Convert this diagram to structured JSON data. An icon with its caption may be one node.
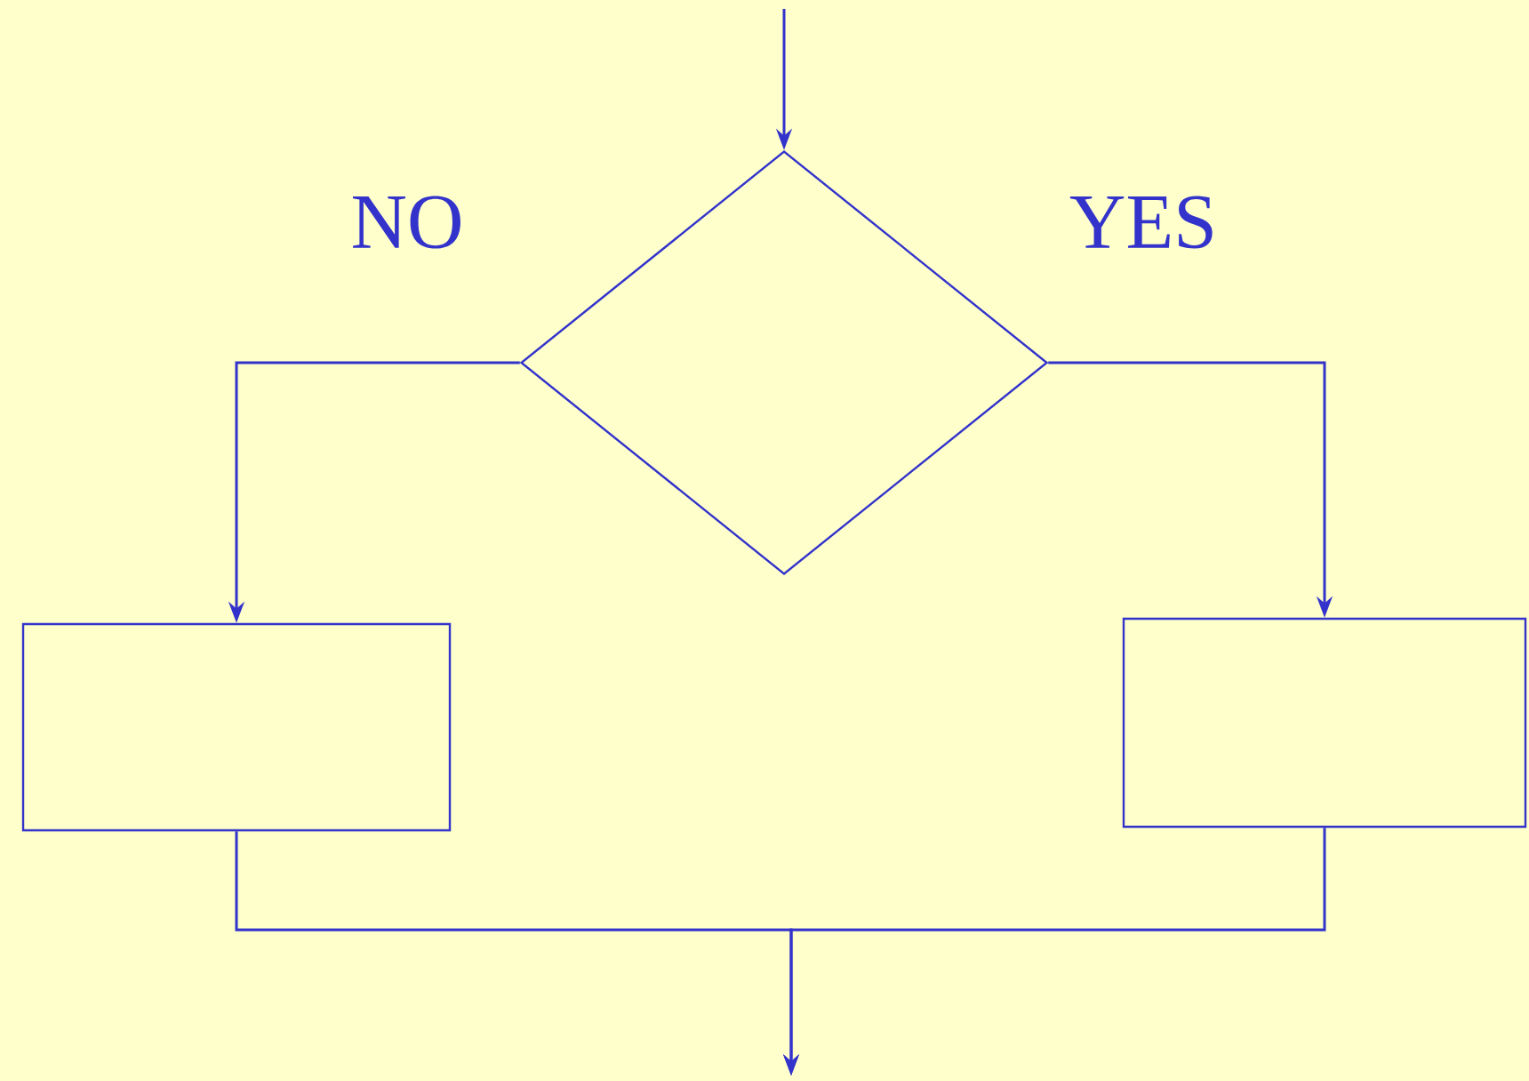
{
  "diagram": {
    "nodes": [
      {
        "text": [],
        "shape": "diamond"
      },
      {
        "text": [],
        "shape": "box"
      },
      {
        "text": [],
        "shape": "box"
      }
    ],
    "edges": [
      {
        "from": null,
        "to": 0,
        "arrow": "to"
      },
      {
        "from": 0,
        "to": 1,
        "arrow": "to",
        "label": "NO"
      },
      {
        "from": 0,
        "to": 2,
        "arrow": "to",
        "label": "YES"
      },
      {
        "from": 1,
        "to": null,
        "arrow": "to"
      },
      {
        "from": 2,
        "to": null,
        "arrow": "to"
      }
    ]
  }
}
